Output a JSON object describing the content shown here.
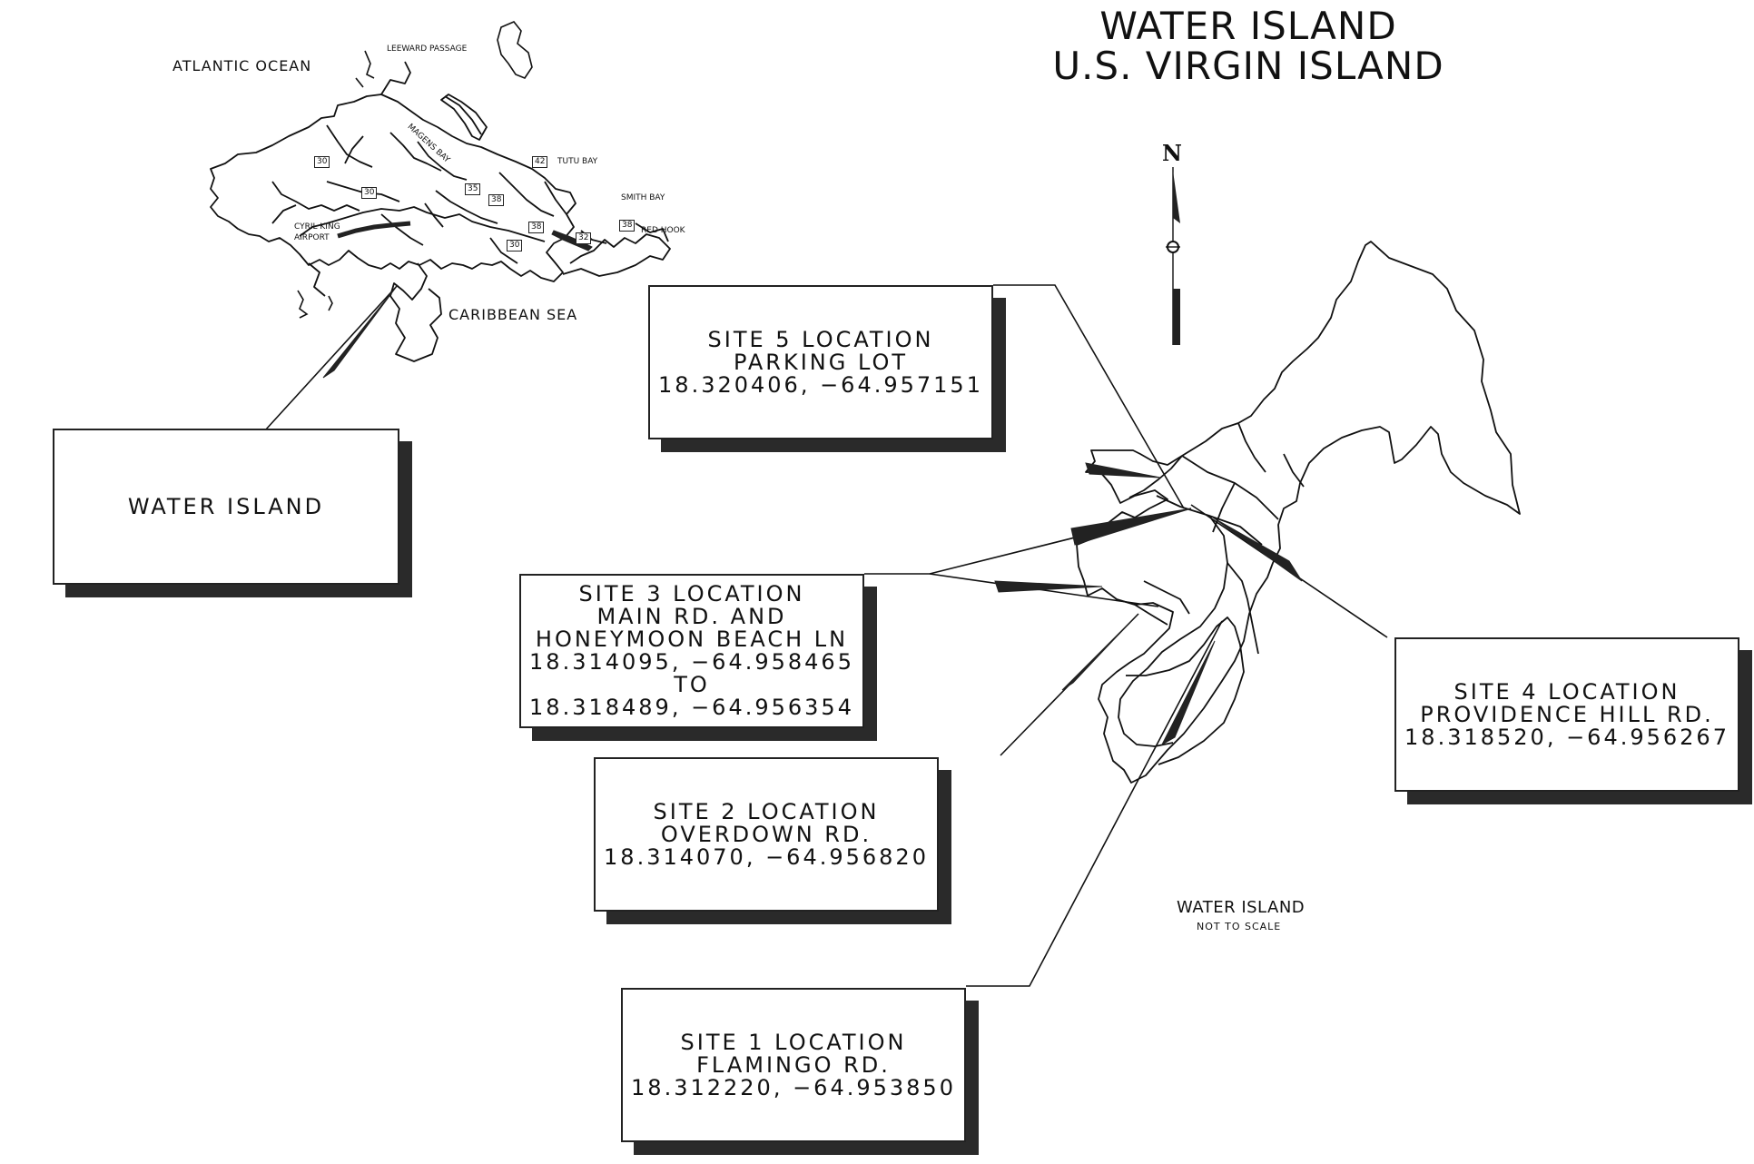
{
  "title": {
    "line1": "WATER ISLAND",
    "line2": "U.S. VIRGIN ISLAND"
  },
  "north_label": "N",
  "inset_map": {
    "atlantic": "ATLANTIC OCEAN",
    "leeward": "LEEWARD PASSAGE",
    "magens": "MAGENS BAY",
    "tutu": "TUTU BAY",
    "smith": "SMITH BAY",
    "red_hook": "RED HOOK",
    "airport_1": "CYRIL KING",
    "airport_2": "AIRPORT",
    "caribbean": "CARIBBEAN SEA",
    "routes": [
      "30",
      "30",
      "35",
      "38",
      "42",
      "38",
      "32",
      "38",
      "30"
    ]
  },
  "callouts": {
    "water_island": {
      "lines": [
        "WATER ISLAND"
      ]
    },
    "site5": {
      "lines": [
        "SITE 5 LOCATION",
        "PARKING LOT",
        "18.320406, −64.957151"
      ]
    },
    "site3": {
      "lines": [
        "SITE 3 LOCATION",
        "MAIN RD. AND",
        "HONEYMOON BEACH LN",
        "18.314095, −64.958465",
        "TO",
        "18.318489, −64.956354"
      ]
    },
    "site2": {
      "lines": [
        "SITE 2 LOCATION",
        "OVERDOWN RD.",
        "18.314070, −64.956820"
      ]
    },
    "site1": {
      "lines": [
        "SITE 1 LOCATION",
        "FLAMINGO RD.",
        "18.312220, −64.953850"
      ]
    },
    "site4": {
      "lines": [
        "SITE 4 LOCATION",
        "PROVIDENCE HILL RD.",
        "18.318520, −64.956267"
      ]
    }
  },
  "caption": {
    "name": "WATER ISLAND",
    "scale": "NOT TO SCALE"
  },
  "colors": {
    "ink": "#111111",
    "shadow": "#2a2a2a",
    "paper": "#ffffff"
  }
}
